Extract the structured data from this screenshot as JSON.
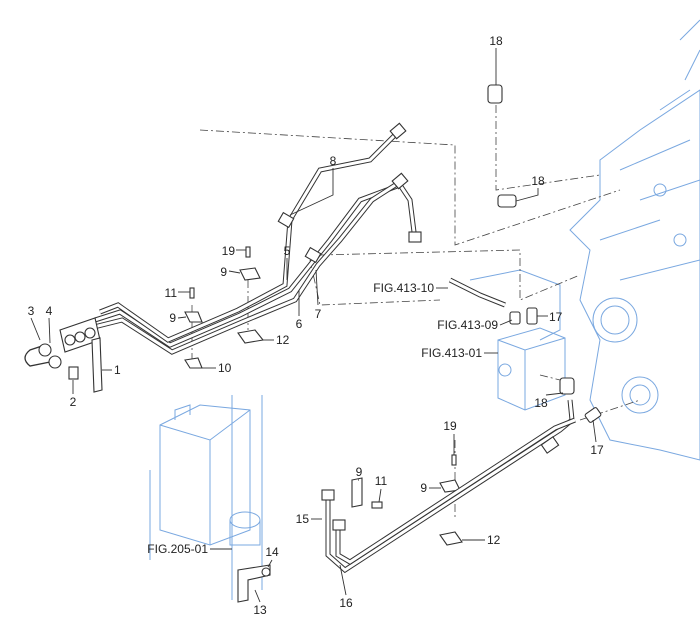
{
  "diagram": {
    "labels": {
      "l18a": "18",
      "l8": "8",
      "l18b": "18",
      "l19a": "19",
      "l5": "5",
      "l9a": "9",
      "l11a": "11",
      "fig41310": "FIG.413-10",
      "l3": "3",
      "l4": "4",
      "l9b": "9",
      "l6": "6",
      "l7": "7",
      "l12a": "12",
      "fig41309": "FIG.413-09",
      "l17a": "17",
      "fig41301": "FIG.413-01",
      "l1": "1",
      "l10": "10",
      "l2": "2",
      "l18c": "18",
      "l17b": "17",
      "l19b": "19",
      "l9c": "9",
      "l11b": "11",
      "l9d": "9",
      "l15": "15",
      "l12b": "12",
      "fig20501": "FIG.205-01",
      "l14": "14",
      "l13": "13",
      "l16": "16"
    }
  }
}
